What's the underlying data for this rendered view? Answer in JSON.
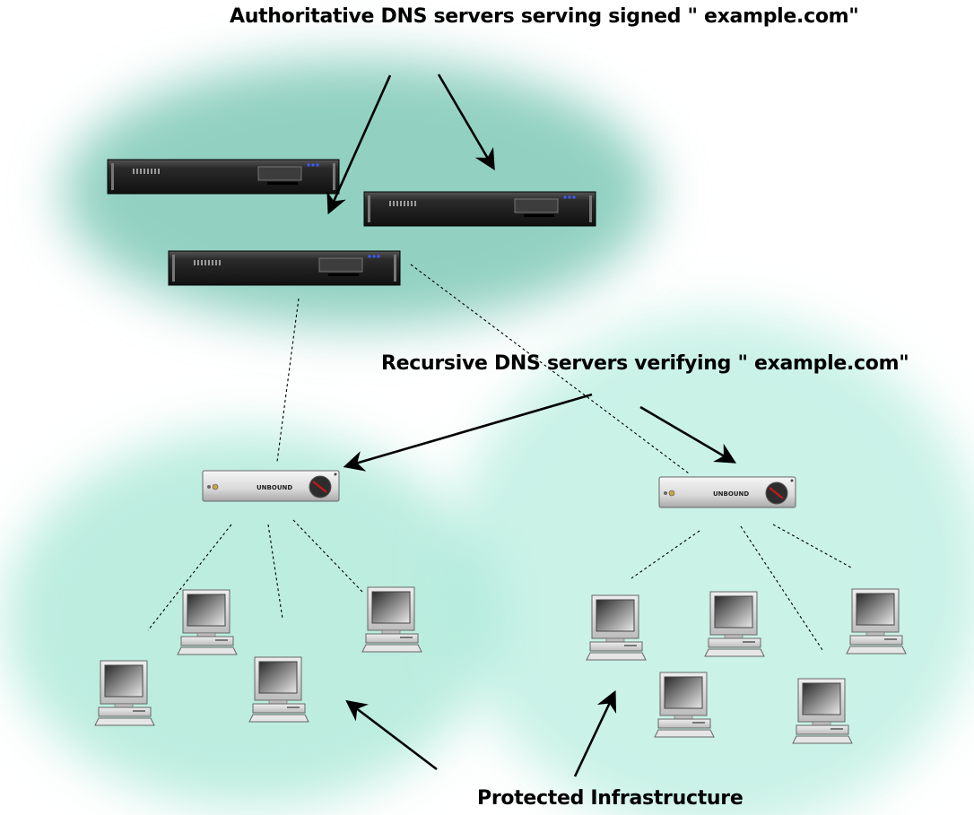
{
  "labels": {
    "authoritative": "Authoritative DNS servers serving signed \" example.com\"",
    "recursive": "Recursive DNS servers verifying \" example.com\"",
    "protected": "Protected Infrastructure"
  },
  "device_text": {
    "resolver_brand": "UNBOUND"
  },
  "colors": {
    "zone_fill": "#7fc9b7",
    "lower_zone_fill": "#9fe6d2",
    "rack_dark": "#1e1e1e",
    "rack_led": "#3a5cff"
  },
  "icons": {
    "authoritative_server": "rack-server-icon",
    "resolver": "unbound-resolver-icon",
    "client": "desktop-computer-icon"
  }
}
